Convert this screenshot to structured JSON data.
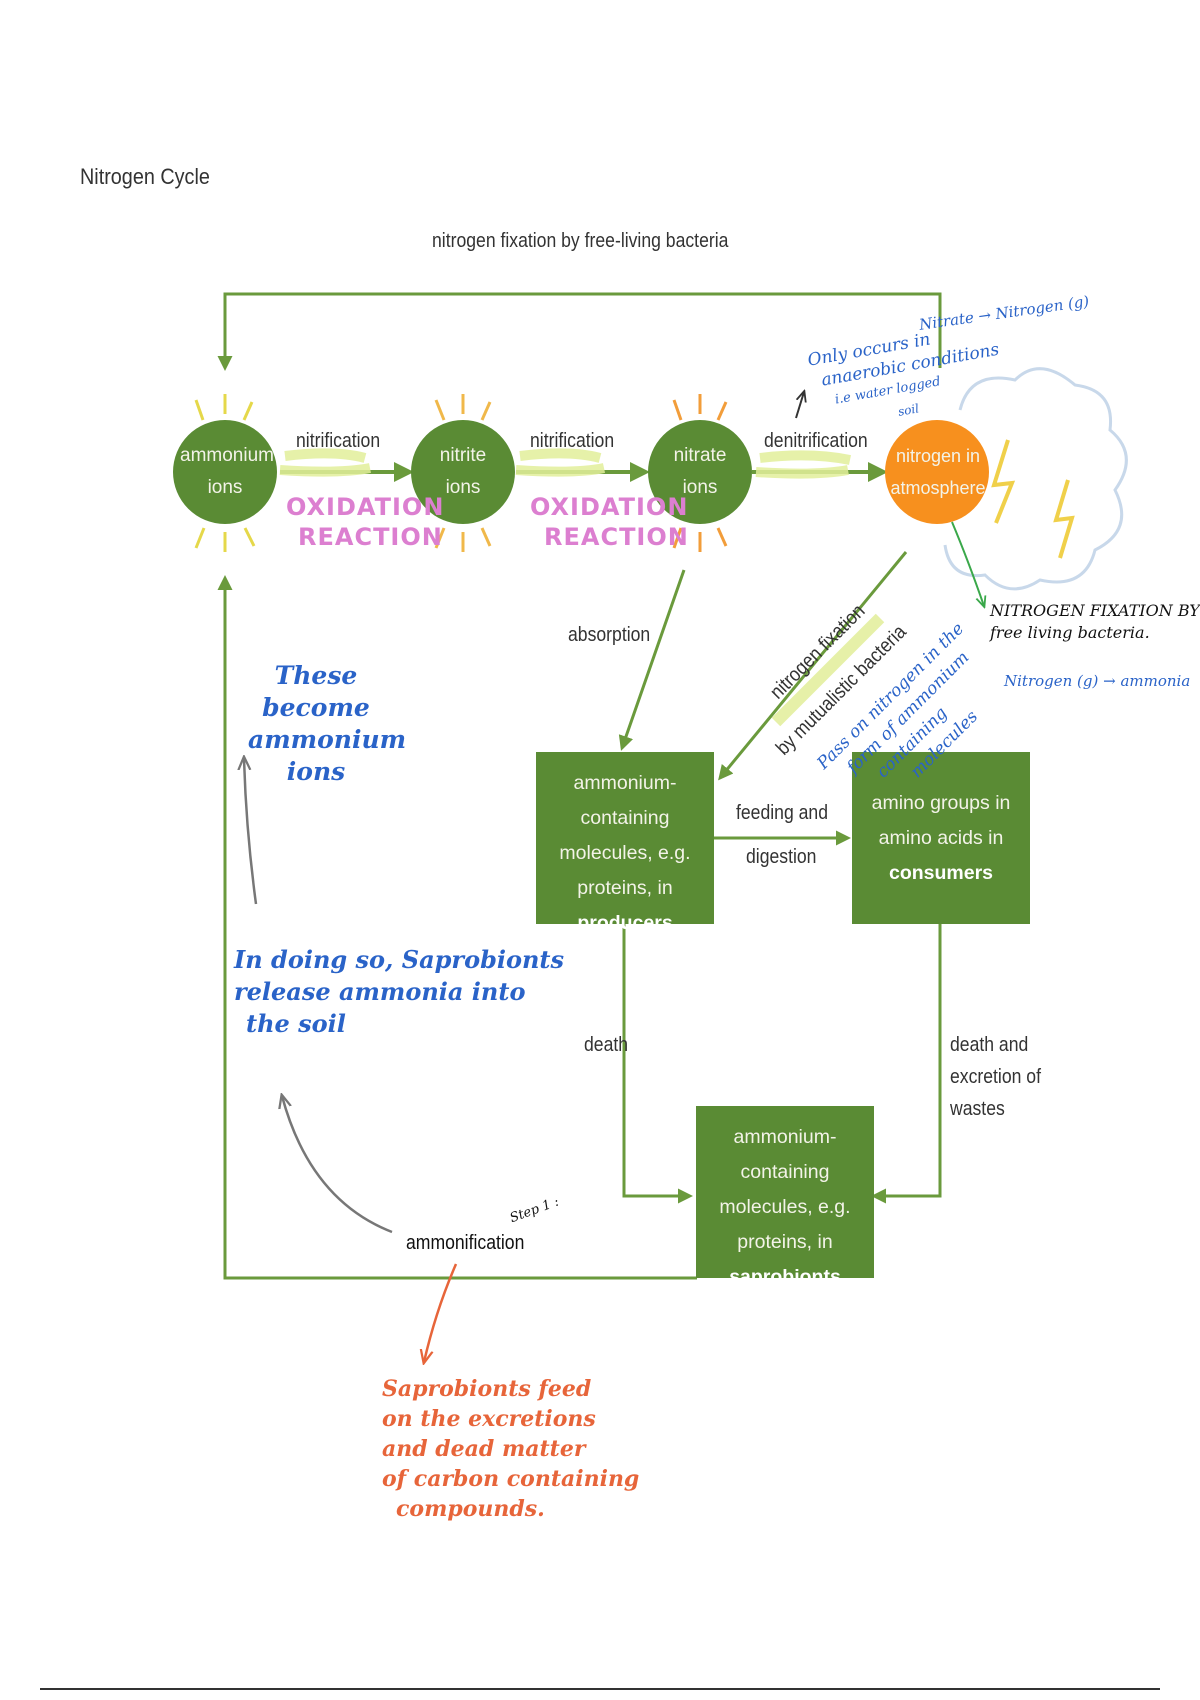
{
  "title": "Nitrogen Cycle",
  "colors": {
    "green_node": "#5a8b34",
    "green_arrow": "#6a9a3c",
    "orange_node": "#f7901e",
    "annotation_blue": "#2a63c8",
    "annotation_pink": "#dc7fd0",
    "annotation_orange": "#e7653a"
  },
  "nodes": {
    "ammonium": "ammonium ions",
    "nitrite": "nitrite ions",
    "nitrate": "nitrate ions",
    "atmosphere": "nitrogen in atmosphere"
  },
  "boxes": {
    "producers": {
      "text": "ammonium-containing molecules, e.g. proteins, in",
      "bold": "producers"
    },
    "consumers": {
      "text": "amino groups in amino acids in",
      "bold": "consumers"
    },
    "saprobionts": {
      "text": "ammonium-containing molecules, e.g. proteins, in",
      "bold": "saprobionts"
    }
  },
  "edges": {
    "top": "nitrogen fixation by free-living bacteria",
    "nitrification_1": "nitrification",
    "nitrification_2": "nitrification",
    "denitrification": "denitrification",
    "absorption": "absorption",
    "mutualistic_1": "nitrogen fixation",
    "mutualistic_2": "by mutualistic bacteria",
    "feeding_1": "feeding and",
    "feeding_2": "digestion",
    "death": "death",
    "death_excretion_1": "death and",
    "death_excretion_2": "excretion of",
    "death_excretion_3": "wastes",
    "ammonification": "ammonification"
  },
  "annotations": {
    "oxidation_1a": "OXIDATION",
    "oxidation_1b": "REACTION",
    "oxidation_2a": "OXIDATION",
    "oxidation_2b": "REACTION",
    "anaerobic_1": "Only occurs in",
    "anaerobic_2": "anaerobic conditions",
    "anaerobic_3": "i.e water logged",
    "anaerobic_4": "soil",
    "nitrate_to_nitrogen": "Nitrate → Nitrogen (g)",
    "fixation_note_1": "NITROGEN FIXATION BY",
    "fixation_note_2": "free living bacteria.",
    "nitrogen_to_ammonia": "Nitrogen (g) → ammonia",
    "pass_on_1": "Pass on nitrogen in the",
    "pass_on_2": "form of ammonium",
    "pass_on_3": "containing",
    "pass_on_4": "molecules",
    "become_1": "These become",
    "become_2": "ammonium",
    "become_3": "ions",
    "saprobionts_release_1": "In doing so, Saprobionts",
    "saprobionts_release_2": "release ammonia into",
    "saprobionts_release_3": "the soil",
    "saprobionts_feed_1": "Saprobionts feed",
    "saprobionts_feed_2": "on the excretions",
    "saprobionts_feed_3": "and dead matter",
    "saprobionts_feed_4": "of carbon containing",
    "saprobionts_feed_5": "compounds.",
    "step_note": "Step 1 :"
  }
}
